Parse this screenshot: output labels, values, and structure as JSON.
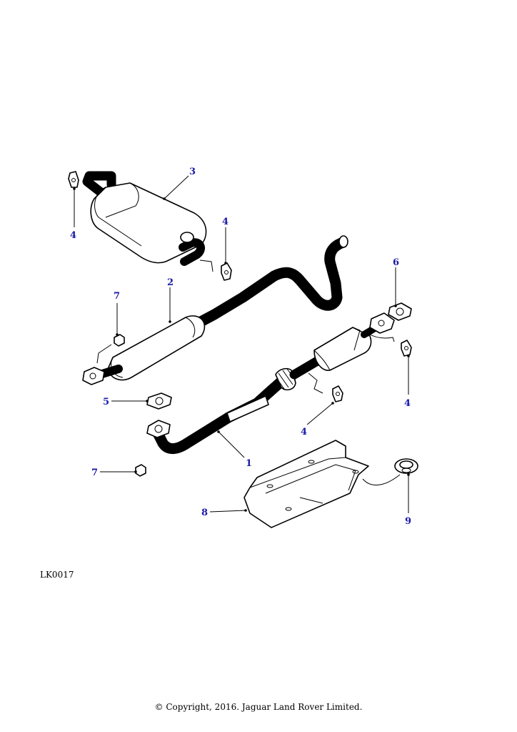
{
  "diagram": {
    "callout_color": "#1a1aa6",
    "callouts": {
      "c1": "1",
      "c2": "2",
      "c3": "3",
      "c4a": "4",
      "c4b": "4",
      "c4c": "4",
      "c4d": "4",
      "c5": "5",
      "c6": "6",
      "c7a": "7",
      "c7b": "7",
      "c8": "8",
      "c9": "9"
    },
    "drawing_code": "LK0017",
    "copyright": "© Copyright, 2016. Jaguar Land Rover Limited."
  }
}
